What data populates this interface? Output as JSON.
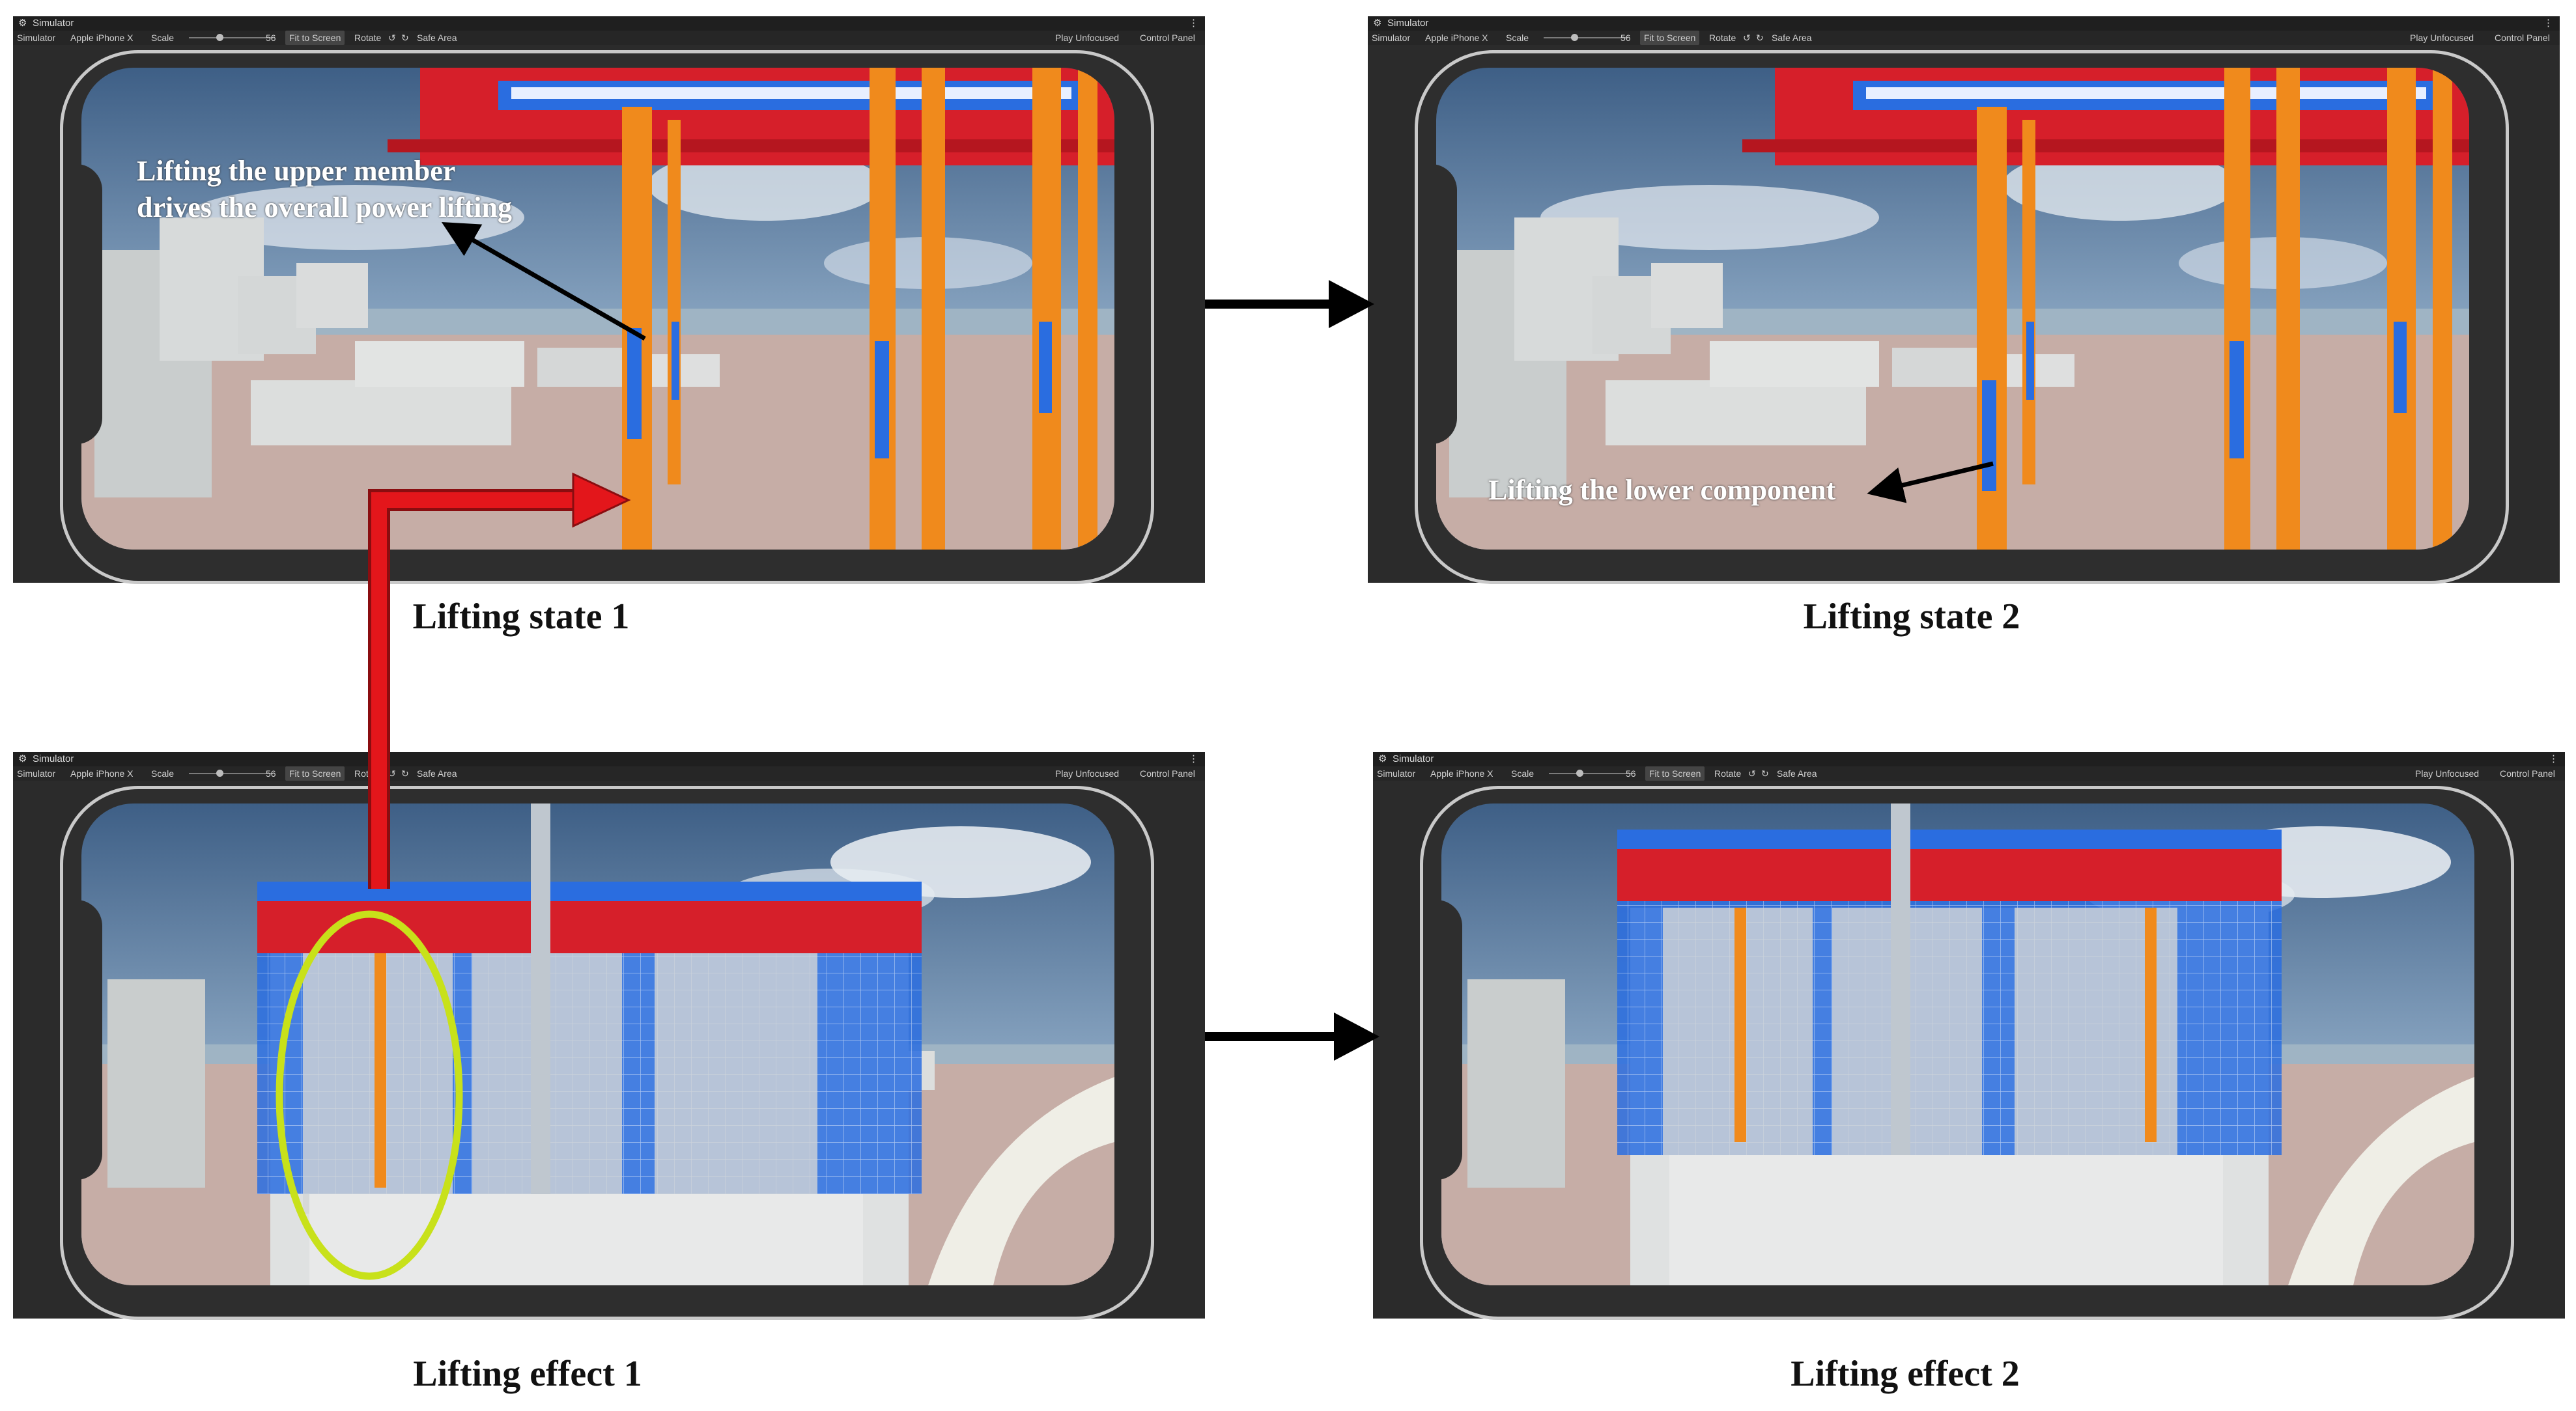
{
  "toolbar": {
    "window_title": "Simulator",
    "mode": "Simulator",
    "device": "Apple iPhone X",
    "scale_label": "Scale",
    "scale_value": "56",
    "fit_to_screen": "Fit to Screen",
    "rotate": "Rotate",
    "safe_area": "Safe Area",
    "play_mode": "Play Unfocused",
    "control_panel": "Control Panel"
  },
  "captions": {
    "state1": "Lifting state 1",
    "state2": "Lifting state 2",
    "effect1": "Lifting effect 1",
    "effect2": "Lifting effect 2"
  },
  "annotations": {
    "upper_line1": "Lifting the upper member",
    "upper_line2": "drives the overall power lifting",
    "lower": "Lifting the lower component"
  },
  "colors": {
    "arrow_black": "#000000",
    "arrow_red": "#e3161b",
    "highlight_ellipse": "#c8e11a",
    "steel_red": "#d61f2a",
    "lift_orange": "#f08a1c",
    "frame_blue": "#2a6de0"
  }
}
